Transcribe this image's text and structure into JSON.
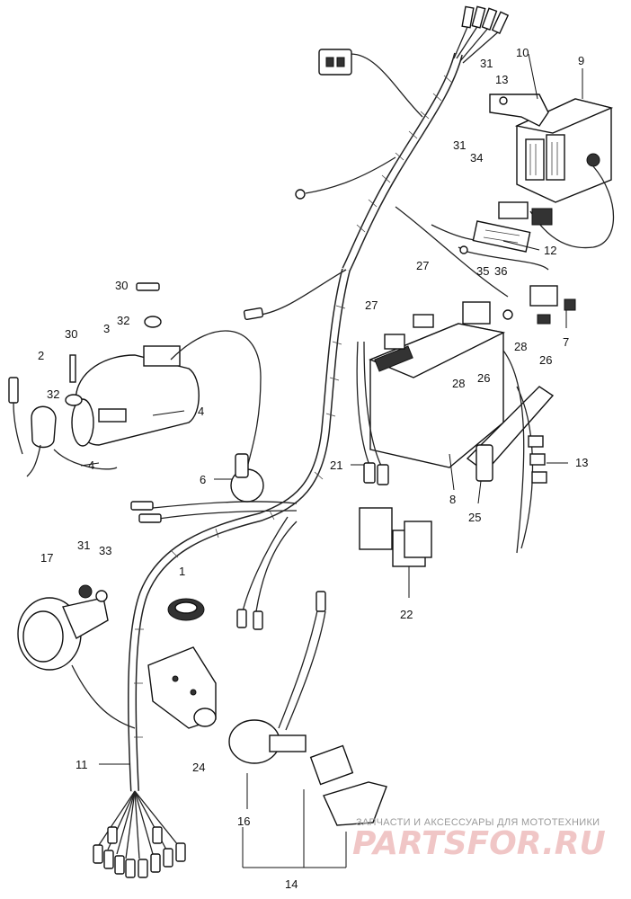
{
  "diagram": {
    "labels": {
      "p1": "1",
      "p2": "2",
      "p3": "3",
      "p4a": "4",
      "p4b": "4",
      "p6": "6",
      "p7": "7",
      "p8": "8",
      "p9": "9",
      "p10": "10",
      "p11": "11",
      "p12": "12",
      "p13a": "13",
      "p13b": "13",
      "p14": "14",
      "p16": "16",
      "p17": "17",
      "p21": "21",
      "p22": "22",
      "p24": "24",
      "p25": "25",
      "p26a": "26",
      "p26b": "26",
      "p27a": "27",
      "p27b": "27",
      "p28a": "28",
      "p28b": "28",
      "p30a": "30",
      "p30b": "30",
      "p31a": "31",
      "p31b": "31",
      "p31c": "31",
      "p32a": "32",
      "p32b": "32",
      "p33": "33",
      "p34": "34",
      "p35": "35",
      "p36": "36"
    }
  },
  "watermark": {
    "caption": "ЗАПЧАСТИ И АКСЕССУАРЫ ДЛЯ МОТОТЕХНИКИ",
    "logo": "PARTSFOR.RU"
  }
}
